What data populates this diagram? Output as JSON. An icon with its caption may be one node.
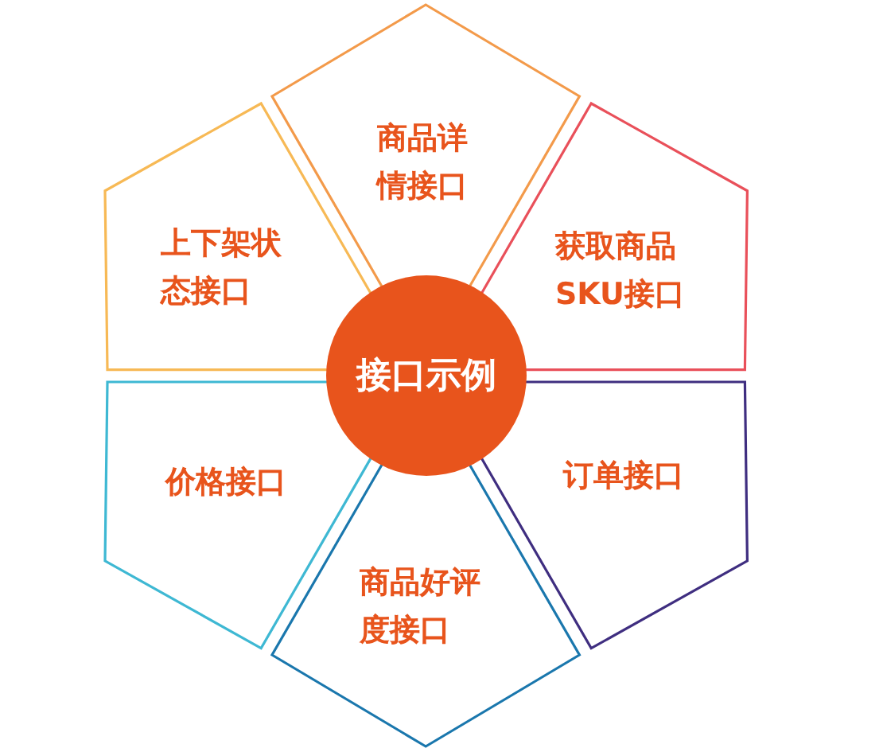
{
  "diagram": {
    "nodes": [
      {
        "text": [
          "商品详情接口"
        ]
      },
      {
        "text": [
          "上下架状态接口"
        ]
      },
      {
        "text": [
          "获取商品SKU接口"
        ]
      },
      {
        "text": [
          "接口示例"
        ]
      },
      {
        "text": [
          "价格接口"
        ]
      },
      {
        "text": [
          "订单接口"
        ]
      },
      {
        "text": [
          "商品好评度接口"
        ]
      }
    ]
  }
}
